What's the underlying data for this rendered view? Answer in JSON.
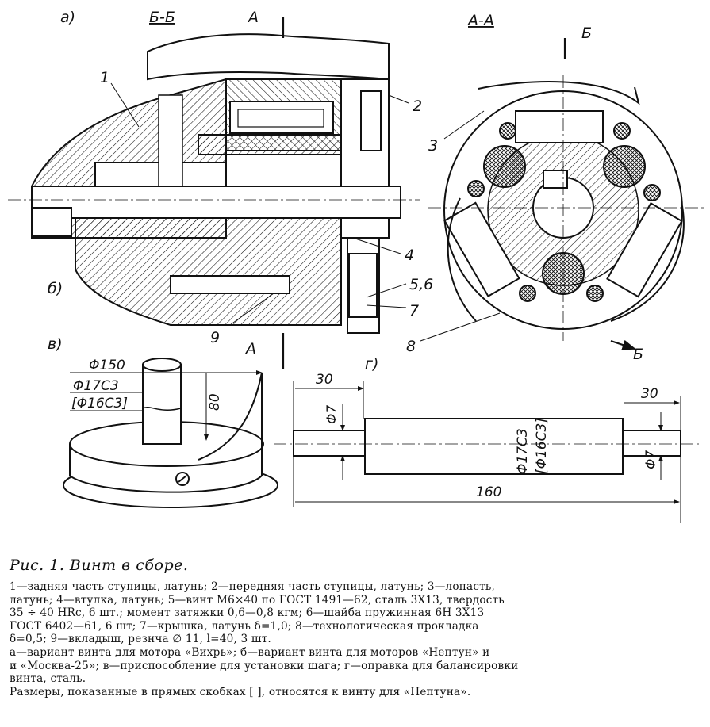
{
  "view_labels": {
    "a": "а)",
    "b": "б)",
    "v": "в)",
    "g": "г)",
    "section_bb": "Б-Б",
    "section_aa": "А-А",
    "cut_a": "А",
    "cut_b": "Б"
  },
  "part_numbers": [
    "1",
    "2",
    "3",
    "4",
    "5,6",
    "7",
    "8",
    "9"
  ],
  "dimensions": {
    "fixture_phi150": "Φ150",
    "fixture_phi17": "Φ17C3",
    "fixture_phi16": "[Φ16C3]",
    "fixture_height": "80",
    "mandrel_left_len": "30",
    "mandrel_right_len": "30",
    "mandrel_left_dia": "Φ7",
    "mandrel_right_dia": "Φ7",
    "mandrel_mid_dia": "Φ17C3",
    "mandrel_mid_dia_alt": "[Φ16C3]",
    "mandrel_total": "160"
  },
  "caption": {
    "title": "Рис. 1. Винт в сборе.",
    "lines": [
      "1—задняя часть ступицы, латунь; 2—передняя часть ступицы, латунь; 3—лопасть,",
      "латунь; 4—втулка, латунь; 5—винт М6×40 по ГОСТ 1491—62, сталь 3Х13, твердость",
      "35 ÷ 40 HRc, 6 шт.; момент затяжки 0,6—0,8 кгм; 6—шайба пружинная 6Н 3Х13",
      "ГОСТ 6402—61, 6 шт; 7—крышка, латунь δ=1,0; 8—технологическая прокладка",
      "δ=0,5; 9—вкладыш, резнча ∅ 11, l=40, 3 шт.",
      "а—вариант винта для мотора «Вихрь»; б—вариант винта для моторов «Нептун» и",
      "и «Москва-25»; в—приспособление для установки шага; г—оправка для балансировки",
      "винта, сталь.",
      "Размеры, показанные в прямых скобках [ ], относятся к винту для «Нептуна»."
    ]
  }
}
